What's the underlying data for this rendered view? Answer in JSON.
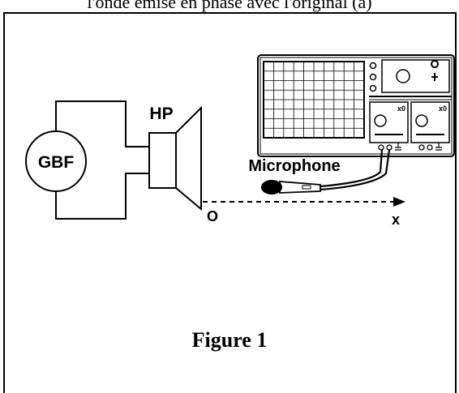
{
  "header": {
    "text": "l'onde émise en phase avec l'original (a)"
  },
  "labels": {
    "generator": "GBF",
    "speaker": "HP",
    "microphone": "Microphone",
    "origin": "O",
    "axis": "x",
    "knob_a": "x0",
    "knob_b": "x0"
  },
  "caption": "Figure 1"
}
